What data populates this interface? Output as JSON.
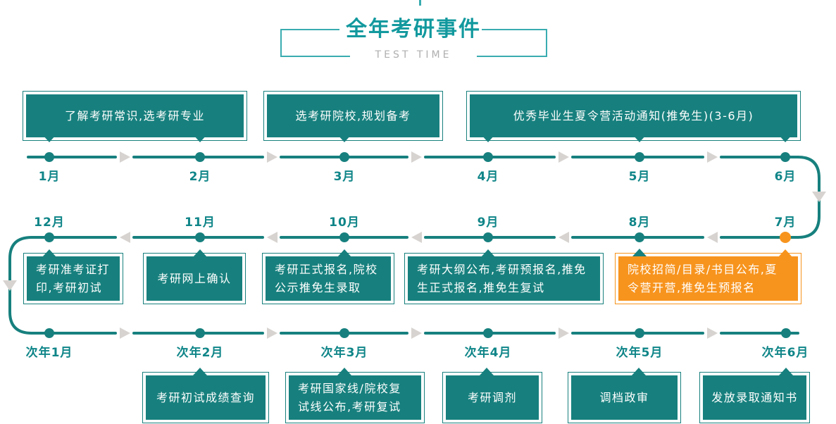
{
  "title": {
    "text": "全年考研事件",
    "subtitle": "TEST TIME"
  },
  "colors": {
    "teal": "#17807E",
    "teal_bright": "#12999E",
    "teal_frame": "#3AACB0",
    "orange": "#F7941E",
    "arrow_gray": "#D7D3D0",
    "subtitle_gray": "#AFAFAF",
    "box_text": "#FFFFFF"
  },
  "rows": [
    {
      "months": [
        "1月",
        "2月",
        "3月",
        "4月",
        "5月",
        "6月"
      ],
      "flow": "left-to-right"
    },
    {
      "months": [
        "12月",
        "11月",
        "10月",
        "9月",
        "8月",
        "7月"
      ],
      "flow": "right-to-left"
    },
    {
      "months": [
        "次年1月",
        "次年2月",
        "次年3月",
        "次年4月",
        "次年5月",
        "次年6月"
      ],
      "flow": "left-to-right"
    }
  ],
  "events": {
    "row1": [
      {
        "label": "了解考研常识,选考研专业",
        "months": "1月-2月"
      },
      {
        "label": "选考研院校,规划备考",
        "months": "3月"
      },
      {
        "label": "优秀毕业生夏令营活动通知(推免生)(3-6月)",
        "months": "4月-6月"
      }
    ],
    "row2": [
      {
        "label": "考研准考证打印,考研初试",
        "months": "12月"
      },
      {
        "label": "考研网上确认",
        "months": "11月"
      },
      {
        "label": "考研正式报名,院校公示推免生录取",
        "months": "10月"
      },
      {
        "label": "考研大纲公布,考研预报名,推免生正式报名,推免生复试",
        "months": "9月"
      },
      {
        "label": "院校招简/目录/书目公布,夏令营开营,推免生预报名",
        "months": "7月-8月",
        "highlight": true
      }
    ],
    "row3": [
      {
        "label": "考研初试成绩查询",
        "months": "次年2月"
      },
      {
        "label": "考研国家线/院校复试线公布,考研复试",
        "months": "次年3月"
      },
      {
        "label": "考研调剂",
        "months": "次年4月"
      },
      {
        "label": "调档政审",
        "months": "次年5月"
      },
      {
        "label": "发放录取通知书",
        "months": "次年6月"
      }
    ]
  }
}
